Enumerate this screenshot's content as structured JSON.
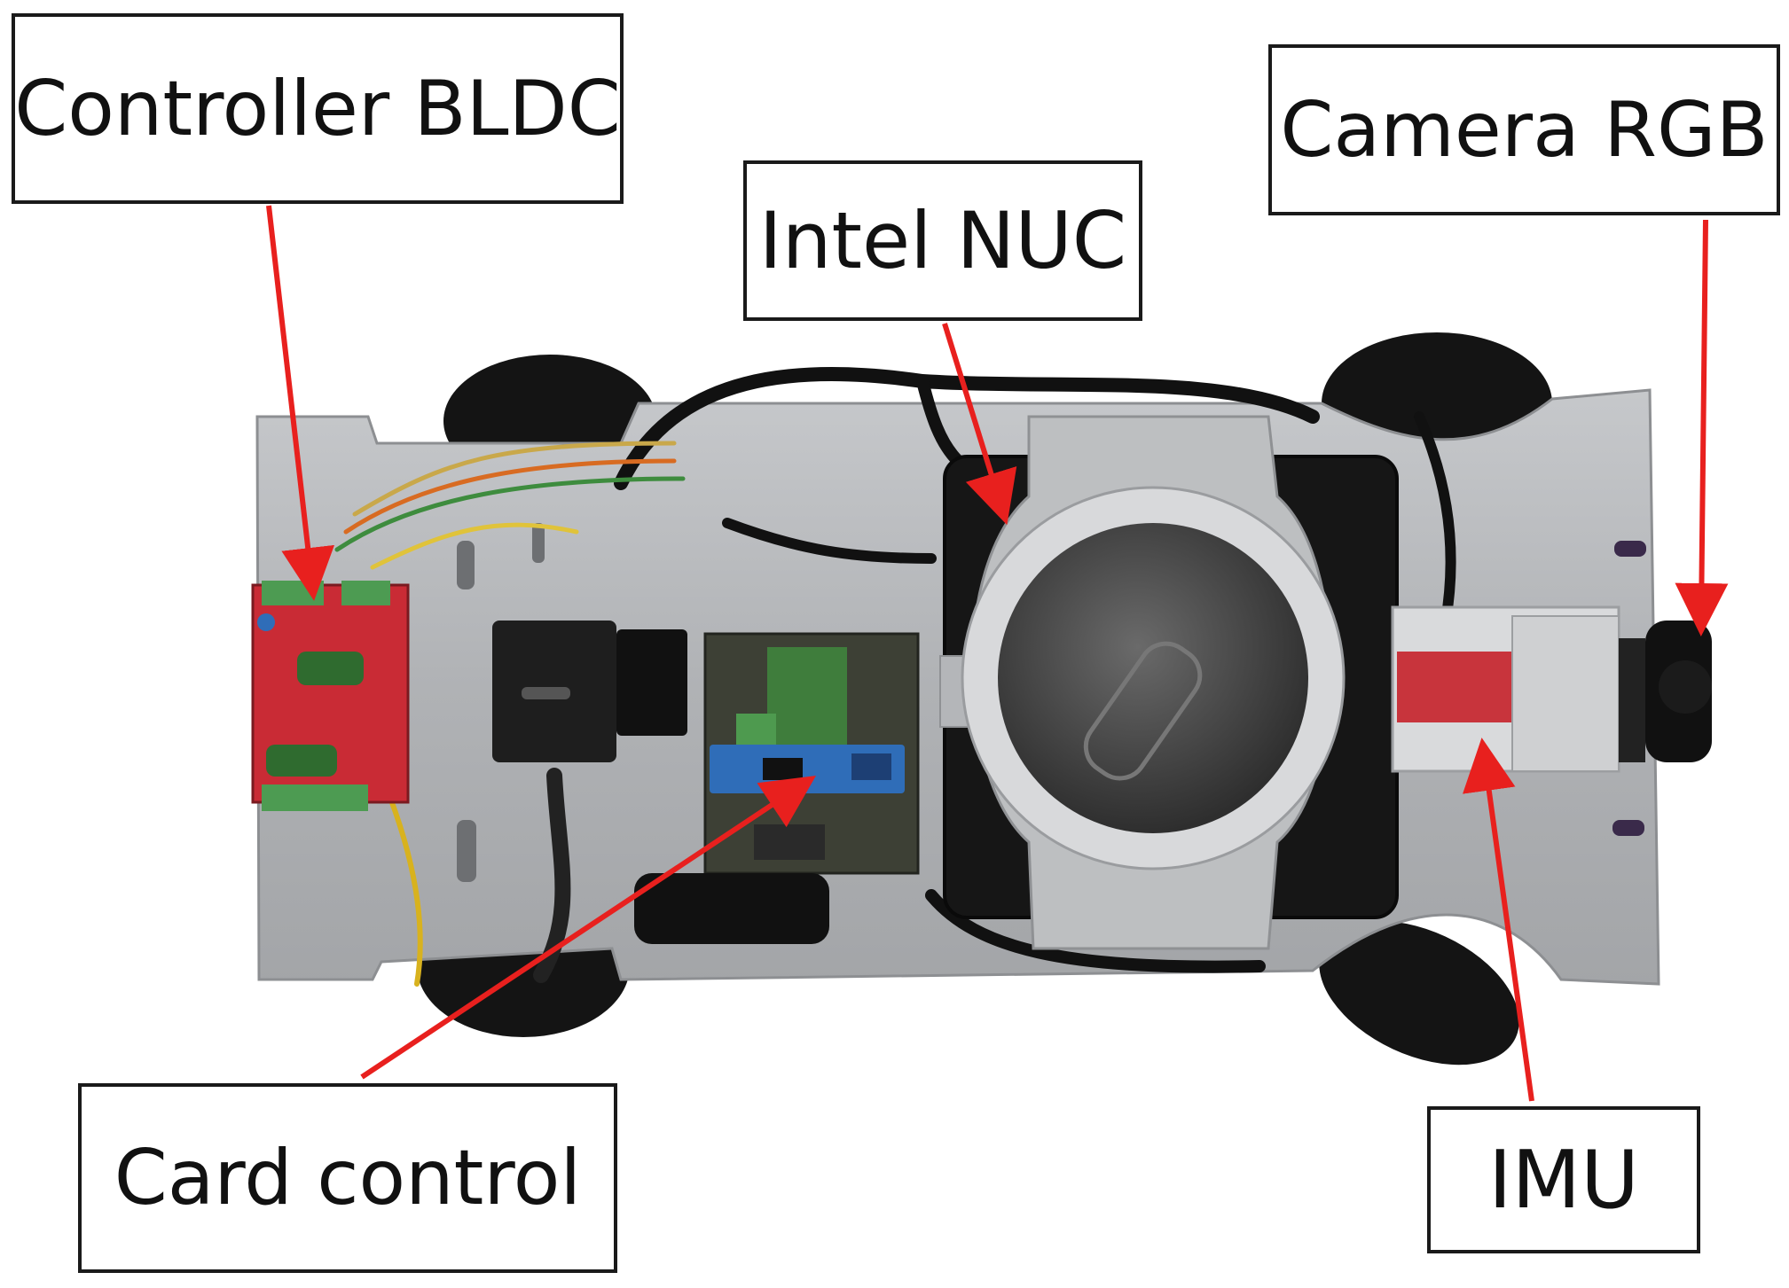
{
  "labels": {
    "controller_bldc": "Controller BLDC",
    "intel_nuc": "Intel NUC",
    "camera_rgb": "Camera RGB",
    "card_control": "Card control",
    "imu": "IMU"
  },
  "colors": {
    "arrow": "#e8201e",
    "plate": "#b3b5b8",
    "wheel": "#141414",
    "bracket": "#bdbfc1",
    "lidar": "#4a4a4a",
    "board_red": "#c92b35",
    "board_green": "#3f7d3c",
    "board_blue": "#2f6db8"
  }
}
